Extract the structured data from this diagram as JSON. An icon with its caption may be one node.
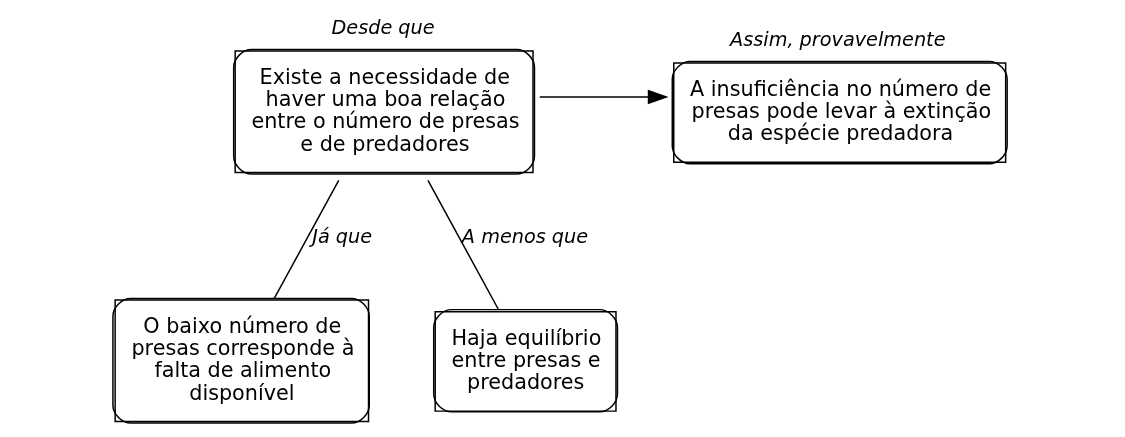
{
  "diagram": {
    "nodes": [
      {
        "text": [
          "Desde que",
          "Existe a necessidade de haver uma boa relação entre o número de presas e de predadores"
        ]
      },
      {
        "text": [
          "Assim, provavelmente",
          "A insuficiência no número de presas pode levar à extinção da espécie predadora"
        ]
      },
      {
        "text": [
          "O baixo número de presas corresponde à falta de alimento disponível"
        ]
      },
      {
        "text": [
          "Haja equilíbrio entre presas e predadores"
        ]
      }
    ],
    "edges": [
      {
        "from": 0,
        "to": 1,
        "arrow": "to"
      },
      {
        "from": 0,
        "to": 2,
        "arrow": "none",
        "label": "Já que"
      },
      {
        "from": 0,
        "to": 3,
        "arrow": "none",
        "label": "A menos que"
      }
    ]
  }
}
